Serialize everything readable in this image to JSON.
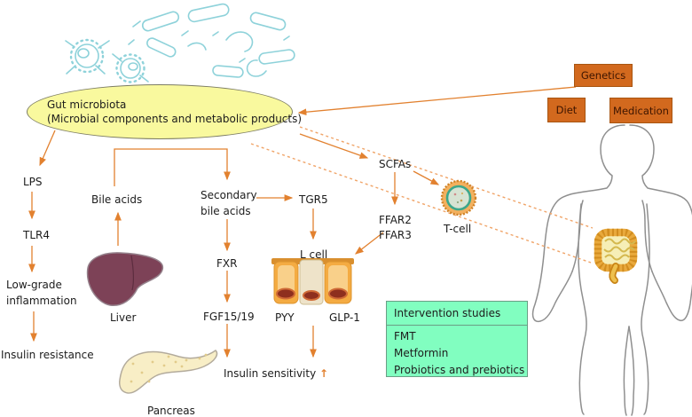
{
  "source_node": {
    "line1": "Gut microbiota",
    "line2": "(Microbial components and metabolic products)"
  },
  "nodes": {
    "lps": "LPS",
    "tlr4": "TLR4",
    "low_grade_line1": "Low-grade",
    "low_grade_line2": "inflammation",
    "insulin_resistance": "Insulin resistance",
    "bile_acids": "Bile acids",
    "secondary_line1": "Secondary",
    "secondary_line2": "bile acids",
    "fxr": "FXR",
    "fgf15_19": "FGF15/19",
    "tgr5": "TGR5",
    "l_cell": "L cell",
    "pyy": "PYY",
    "glp_1": "GLP-1",
    "insulin_sensitivity": "Insulin sensitivity",
    "insulin_sensitivity_arrow": "↑",
    "scfas": "SCFAs",
    "ffar2": "FFAR2",
    "ffar3": "FFAR3",
    "t_cell": "T-cell"
  },
  "organs": {
    "liver": "Liver",
    "pancreas": "Pancreas"
  },
  "factors": {
    "genetics": "Genetics",
    "diet": "Diet",
    "medication": "Medication"
  },
  "intervention": {
    "title": "Intervention studies",
    "items": [
      "FMT",
      "Metformin",
      "Probiotics and prebiotics"
    ]
  },
  "colors": {
    "arrow_orange": "#e2812f",
    "dotted_orange": "#f0a468",
    "factor_box_fill": "#d2691e",
    "intervention_fill": "#81fec0",
    "ellipse_fill": "#f9f99e",
    "bacteria_outline": "#8ed2da",
    "liver_fill": "#7d4257",
    "pancreas_fill": "#f8eec6",
    "intestine_gold": "#e9a93c",
    "body_outline": "#8f8f8f"
  }
}
